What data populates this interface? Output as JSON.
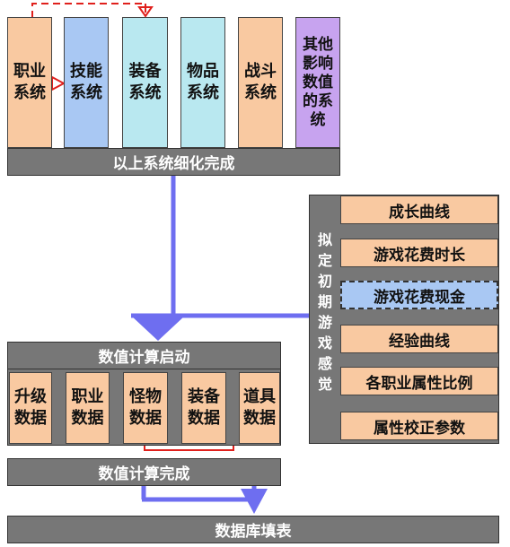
{
  "systems": [
    {
      "label": "职业\n系统"
    },
    {
      "label": "技能\n系统"
    },
    {
      "label": "装备\n系统"
    },
    {
      "label": "物品\n系统"
    },
    {
      "label": "战斗\n系统"
    },
    {
      "label": "其他\n影响\n数值\n的系\n统"
    }
  ],
  "refine_bar": "以上系统细化完成",
  "feel": {
    "title": "拟\n定\n初\n期\n游\n戏\n感\n觉",
    "items": [
      "成长曲线",
      "游戏花费时长",
      "游戏花费现金",
      "经验曲线",
      "各职业属性比例",
      "属性校正参数"
    ]
  },
  "calc_start": "数值计算启动",
  "data_boxes": [
    {
      "label": "升级\n数据"
    },
    {
      "label": "职业\n数据"
    },
    {
      "label": "怪物\n数据"
    },
    {
      "label": "装备\n数据"
    },
    {
      "label": "道具\n数据"
    }
  ],
  "calc_done": "数值计算完成",
  "db_fill": "数据库填表",
  "colors": {
    "orange": "#f9c9a1",
    "blue": "#a9c8f3",
    "cyan": "#b9e8f0",
    "purple": "#c7a3ef",
    "gray": "#777777",
    "arrow_blue": "#6e6ef0",
    "arrow_red": "#e0201c"
  }
}
